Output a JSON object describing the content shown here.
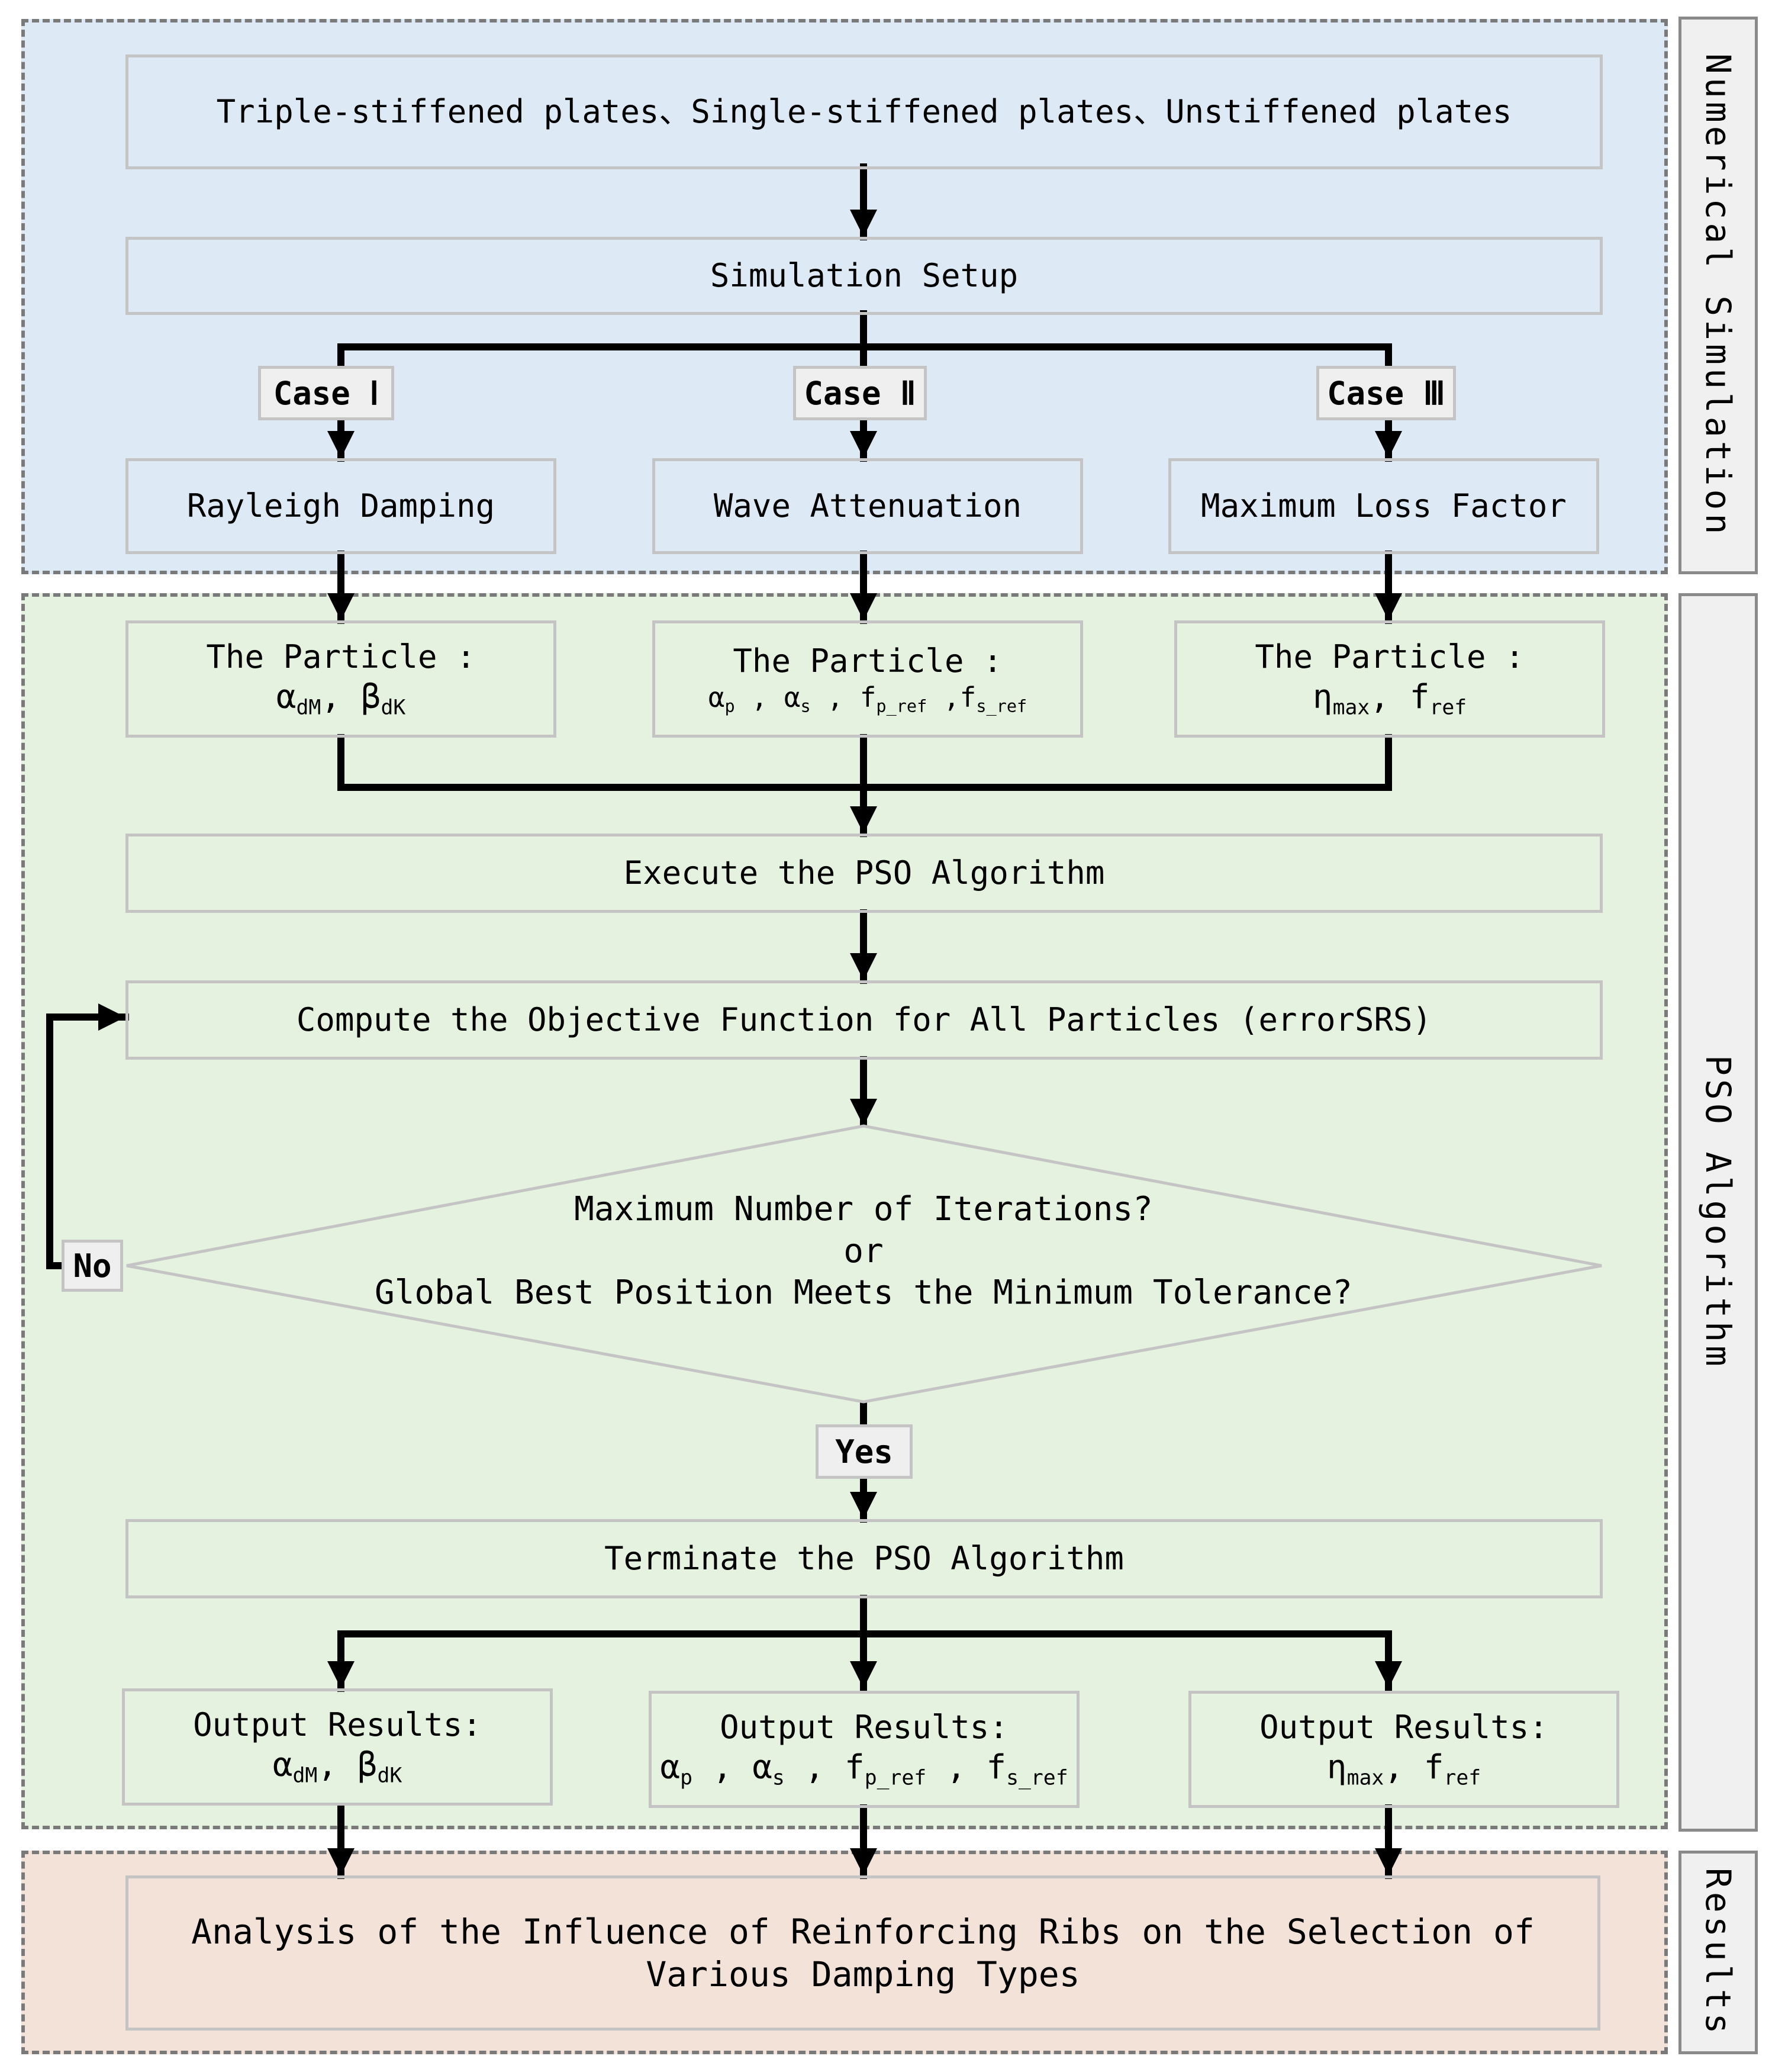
{
  "side_labels": {
    "numerical": "Numerical Simulation",
    "pso": "PSO Algorithm",
    "results": "Results"
  },
  "colors": {
    "numerical_bg": "#dde9f5",
    "pso_bg": "#e4f2df",
    "results_bg": "#f3e2d7",
    "side_bg": "#f0f0f0",
    "label_bg": "#efefef",
    "box_border": "#c4c4c4",
    "region_border": "#7a7a7a",
    "arrow": "#000000"
  },
  "top_box": "Triple-stiffened plates、Single-stiffened plates、Unstiffened plates",
  "setup": "Simulation Setup",
  "cases": [
    {
      "label": "Case Ⅰ",
      "method": "Rayleigh Damping"
    },
    {
      "label": "Case Ⅱ",
      "method": "Wave Attenuation"
    },
    {
      "label": "Case Ⅲ",
      "method": "Maximum Loss Factor"
    }
  ],
  "particles": {
    "title": "The Particle :",
    "p1": {
      "a": "α",
      "a_sub": "dM",
      "sep": ", ",
      "b": "β",
      "b_sub": "dK"
    },
    "p2": {
      "a": "α",
      "a_sub": "p",
      "sep1": " , ",
      "b": "α",
      "b_sub": "s",
      "sep2": " , ",
      "c": "f",
      "c_sub": "p_ref",
      "sep3": " ,",
      "d": "f",
      "d_sub": "s_ref"
    },
    "p3": {
      "a": "η",
      "a_sub": "max",
      "sep": ", ",
      "b": "f",
      "b_sub": "ref"
    }
  },
  "execute": "Execute the PSO Algorithm",
  "compute": "Compute the Objective Function for All Particles (errorSRS)",
  "decision": {
    "line1": "Maximum Number of Iterations?",
    "line2": "or",
    "line3": "Global Best Position Meets the Minimum Tolerance?",
    "no": "No",
    "yes": "Yes"
  },
  "terminate": "Terminate the PSO Algorithm",
  "outputs": {
    "title": "Output Results:",
    "o1": {
      "a": "α",
      "a_sub": "dM",
      "sep": ", ",
      "b": "β",
      "b_sub": "dK"
    },
    "o2": {
      "a": "α",
      "a_sub": "p",
      "sep1": " , ",
      "b": "α",
      "b_sub": "s",
      "sep2": " , ",
      "c": "f",
      "c_sub": "p_ref",
      "sep3": " , ",
      "d": "f",
      "d_sub": "s_ref"
    },
    "o3": {
      "a": "η",
      "a_sub": "max",
      "sep": ", ",
      "b": "f",
      "b_sub": "ref"
    }
  },
  "result": {
    "line1": "Analysis of the Influence of Reinforcing Ribs on the Selection of",
    "line2": "Various Damping Types"
  }
}
